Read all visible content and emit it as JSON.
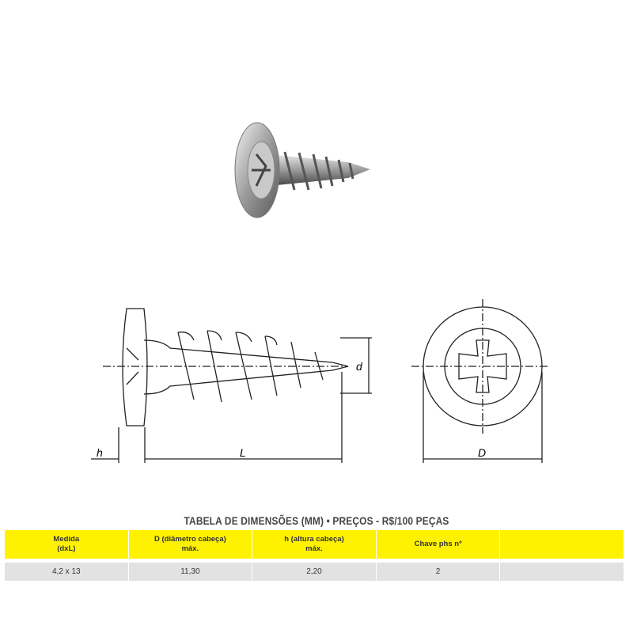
{
  "table": {
    "title": "TABELA DE DIMENSÕES (MM) • PREÇOS - R$/100 PEÇAS",
    "headers": [
      [
        "Medida",
        "(dxL)"
      ],
      [
        "D (diâmetro cabeça)",
        "máx."
      ],
      [
        "h (altura cabeça)",
        "máx."
      ],
      [
        "Chave phs nº",
        ""
      ],
      [
        "",
        ""
      ]
    ],
    "rows": [
      [
        "4,2 x 13",
        "11,30",
        "2,20",
        "2",
        ""
      ]
    ]
  },
  "drawing": {
    "labels": {
      "h": "h",
      "L": "L",
      "d": "d",
      "D": "D"
    }
  },
  "colors": {
    "header": "#fff200",
    "row": "#e2e2e2"
  }
}
